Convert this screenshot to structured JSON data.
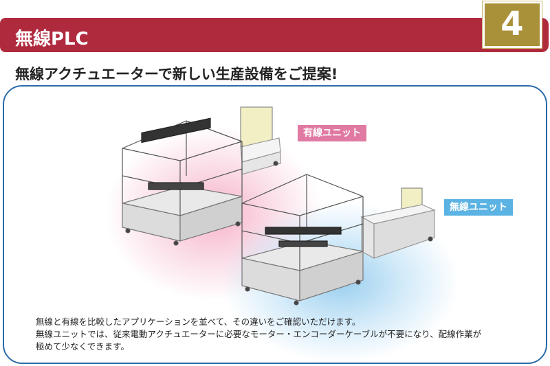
{
  "header": {
    "title": "無線PLC",
    "badge_number": "4",
    "bar_color": "#b02a3e",
    "badge_color": "#a9913a"
  },
  "subtitle": "無線アクチュエーターで新しい生産設備をご提案!",
  "panel": {
    "border_color": "#2a6aa8",
    "tags": {
      "wired": "有線ユニット",
      "wireless": "無線ユニット"
    },
    "description_lines": [
      "無線と有線を比較したアプリケーションを並べて、その違いをご確認いただけます。",
      "無線ユニットでは、従来電動アクチュエーターに必要なモーター・エンコーダーケーブルが不要になり、配線作業が",
      "極めて少なくできます。"
    ]
  }
}
